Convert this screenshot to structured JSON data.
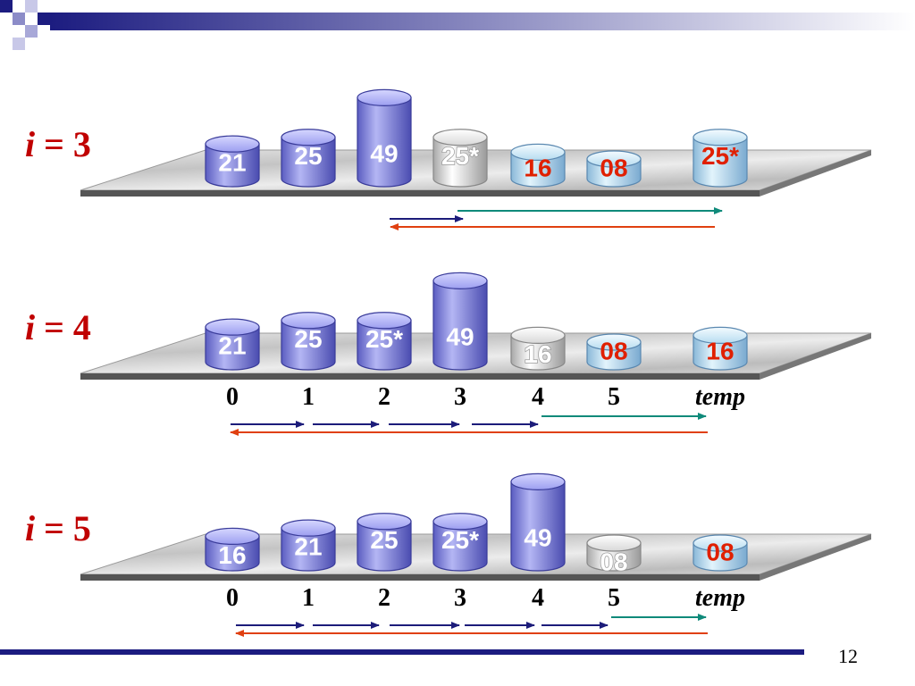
{
  "page_number": "12",
  "colors": {
    "blue_fill": "#8c8ee6",
    "light_fill": "#c8e8f8",
    "white_fill": "#e8e8e8",
    "red_text": "#e02000",
    "white_text": "#ffffff",
    "label_red": "#c00000",
    "arrow_navy": "#1c1c7a",
    "arrow_teal": "#0f8a7a",
    "arrow_red": "#e04010",
    "footer_bar": "#1c1c80"
  },
  "stages": [
    {
      "label_var": "i",
      "label_rest": " = 3",
      "indices": [],
      "cells": [
        {
          "value": "21",
          "style": "blue",
          "height": 21
        },
        {
          "value": "25",
          "style": "blue",
          "height": 25
        },
        {
          "value": "49",
          "style": "blue",
          "height": 49
        },
        {
          "value": "25*",
          "style": "white",
          "height": 25
        },
        {
          "value": "16",
          "style": "light",
          "height": 16
        },
        {
          "value": "08",
          "style": "light",
          "height": 8
        }
      ],
      "temp": {
        "value": "25*",
        "style": "light",
        "height": 25
      }
    },
    {
      "label_var": "i",
      "label_rest": " = 4",
      "indices": [
        "0",
        "1",
        "2",
        "3",
        "4",
        "5",
        "temp"
      ],
      "cells": [
        {
          "value": "21",
          "style": "blue",
          "height": 21
        },
        {
          "value": "25",
          "style": "blue",
          "height": 25
        },
        {
          "value": "25*",
          "style": "blue",
          "height": 25
        },
        {
          "value": "49",
          "style": "blue",
          "height": 49
        },
        {
          "value": "16",
          "style": "white",
          "height": 16
        },
        {
          "value": "08",
          "style": "light",
          "height": 8
        }
      ],
      "temp": {
        "value": "16",
        "style": "light",
        "height": 16
      }
    },
    {
      "label_var": "i",
      "label_rest": " = 5",
      "indices": [
        "0",
        "1",
        "2",
        "3",
        "4",
        "5",
        "temp"
      ],
      "cells": [
        {
          "value": "16",
          "style": "blue",
          "height": 16
        },
        {
          "value": "21",
          "style": "blue",
          "height": 21
        },
        {
          "value": "25",
          "style": "blue",
          "height": 25
        },
        {
          "value": "25*",
          "style": "blue",
          "height": 25
        },
        {
          "value": "49",
          "style": "blue",
          "height": 49
        },
        {
          "value": "08",
          "style": "white",
          "height": 8
        }
      ],
      "temp": {
        "value": "08",
        "style": "light",
        "height": 8
      }
    }
  ]
}
